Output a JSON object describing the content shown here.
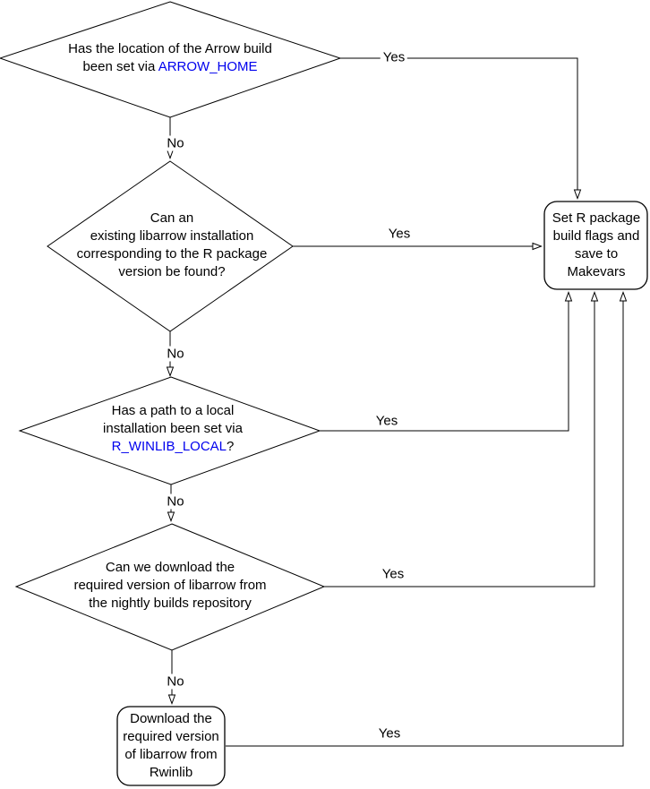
{
  "diagram": {
    "colors": {
      "stroke": "#000000",
      "text": "#000000",
      "link": "#0000ee",
      "background": "#ffffff"
    },
    "nodes": {
      "arrow_home": {
        "l1": "Has the location of the Arrow build",
        "l2_prefix": "been set via ",
        "l2_link": "ARROW_HOME"
      },
      "existing_libarrow": {
        "l1": "Can an",
        "l2": "existing libarrow installation",
        "l3": "corresponding to the R package",
        "l4": "version be found?"
      },
      "winlib_local": {
        "l1": "Has a path to a local",
        "l2": "installation been set via",
        "l3_link": "R_WINLIB_LOCAL",
        "l3_suffix": "?"
      },
      "nightly_builds": {
        "l1": "Can we download the",
        "l2": "required version of libarrow from",
        "l3": "the nightly builds repository"
      },
      "set_flags": {
        "l1": "Set R package",
        "l2": "build flags and",
        "l3": "save to",
        "l4": "Makevars"
      },
      "download_rwinlib": {
        "l1": "Download the",
        "l2": "required version",
        "l3": "of libarrow from",
        "l4": "Rwinlib"
      }
    },
    "edges": {
      "arrow_home_yes": "Yes",
      "arrow_home_no": "No",
      "existing_libarrow_yes": "Yes",
      "existing_libarrow_no": "No",
      "winlib_local_yes": "Yes",
      "winlib_local_no": "No",
      "nightly_builds_yes": "Yes",
      "nightly_builds_no": "No",
      "download_rwinlib_yes": "Yes"
    }
  }
}
